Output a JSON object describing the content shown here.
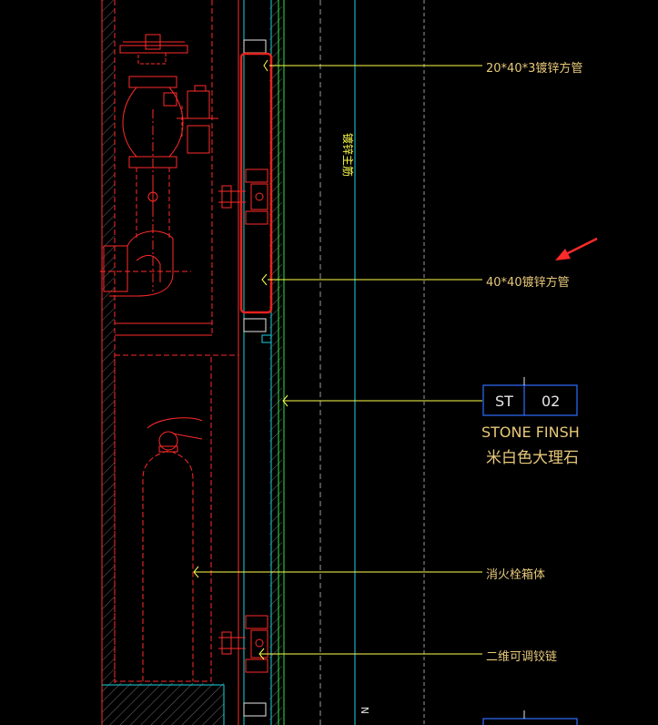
{
  "colors": {
    "background": "#000000",
    "red": "#ff2a2a",
    "highlight_red": "#e8231c",
    "green": "#2fe44a",
    "cyan": "#19d3e0",
    "yellow": "#ffff4a",
    "label": "#e8c87a",
    "tag_border": "#2f6dff",
    "white": "#e6e6e6",
    "gray": "#9a9a9a"
  },
  "callouts": {
    "tube_20x40": "20*40*3镀锌方管",
    "tube_40x40": "40*40镀锌方管",
    "cabinet_body": "消火栓箱体",
    "hinge": "二维可调铰链"
  },
  "vertical_note": "镀锌主筋",
  "material_tag": {
    "code": "ST",
    "number": "02",
    "name_en": "STONE FINSH",
    "name_cn": "米白色大理石"
  },
  "partial_marker": "N"
}
